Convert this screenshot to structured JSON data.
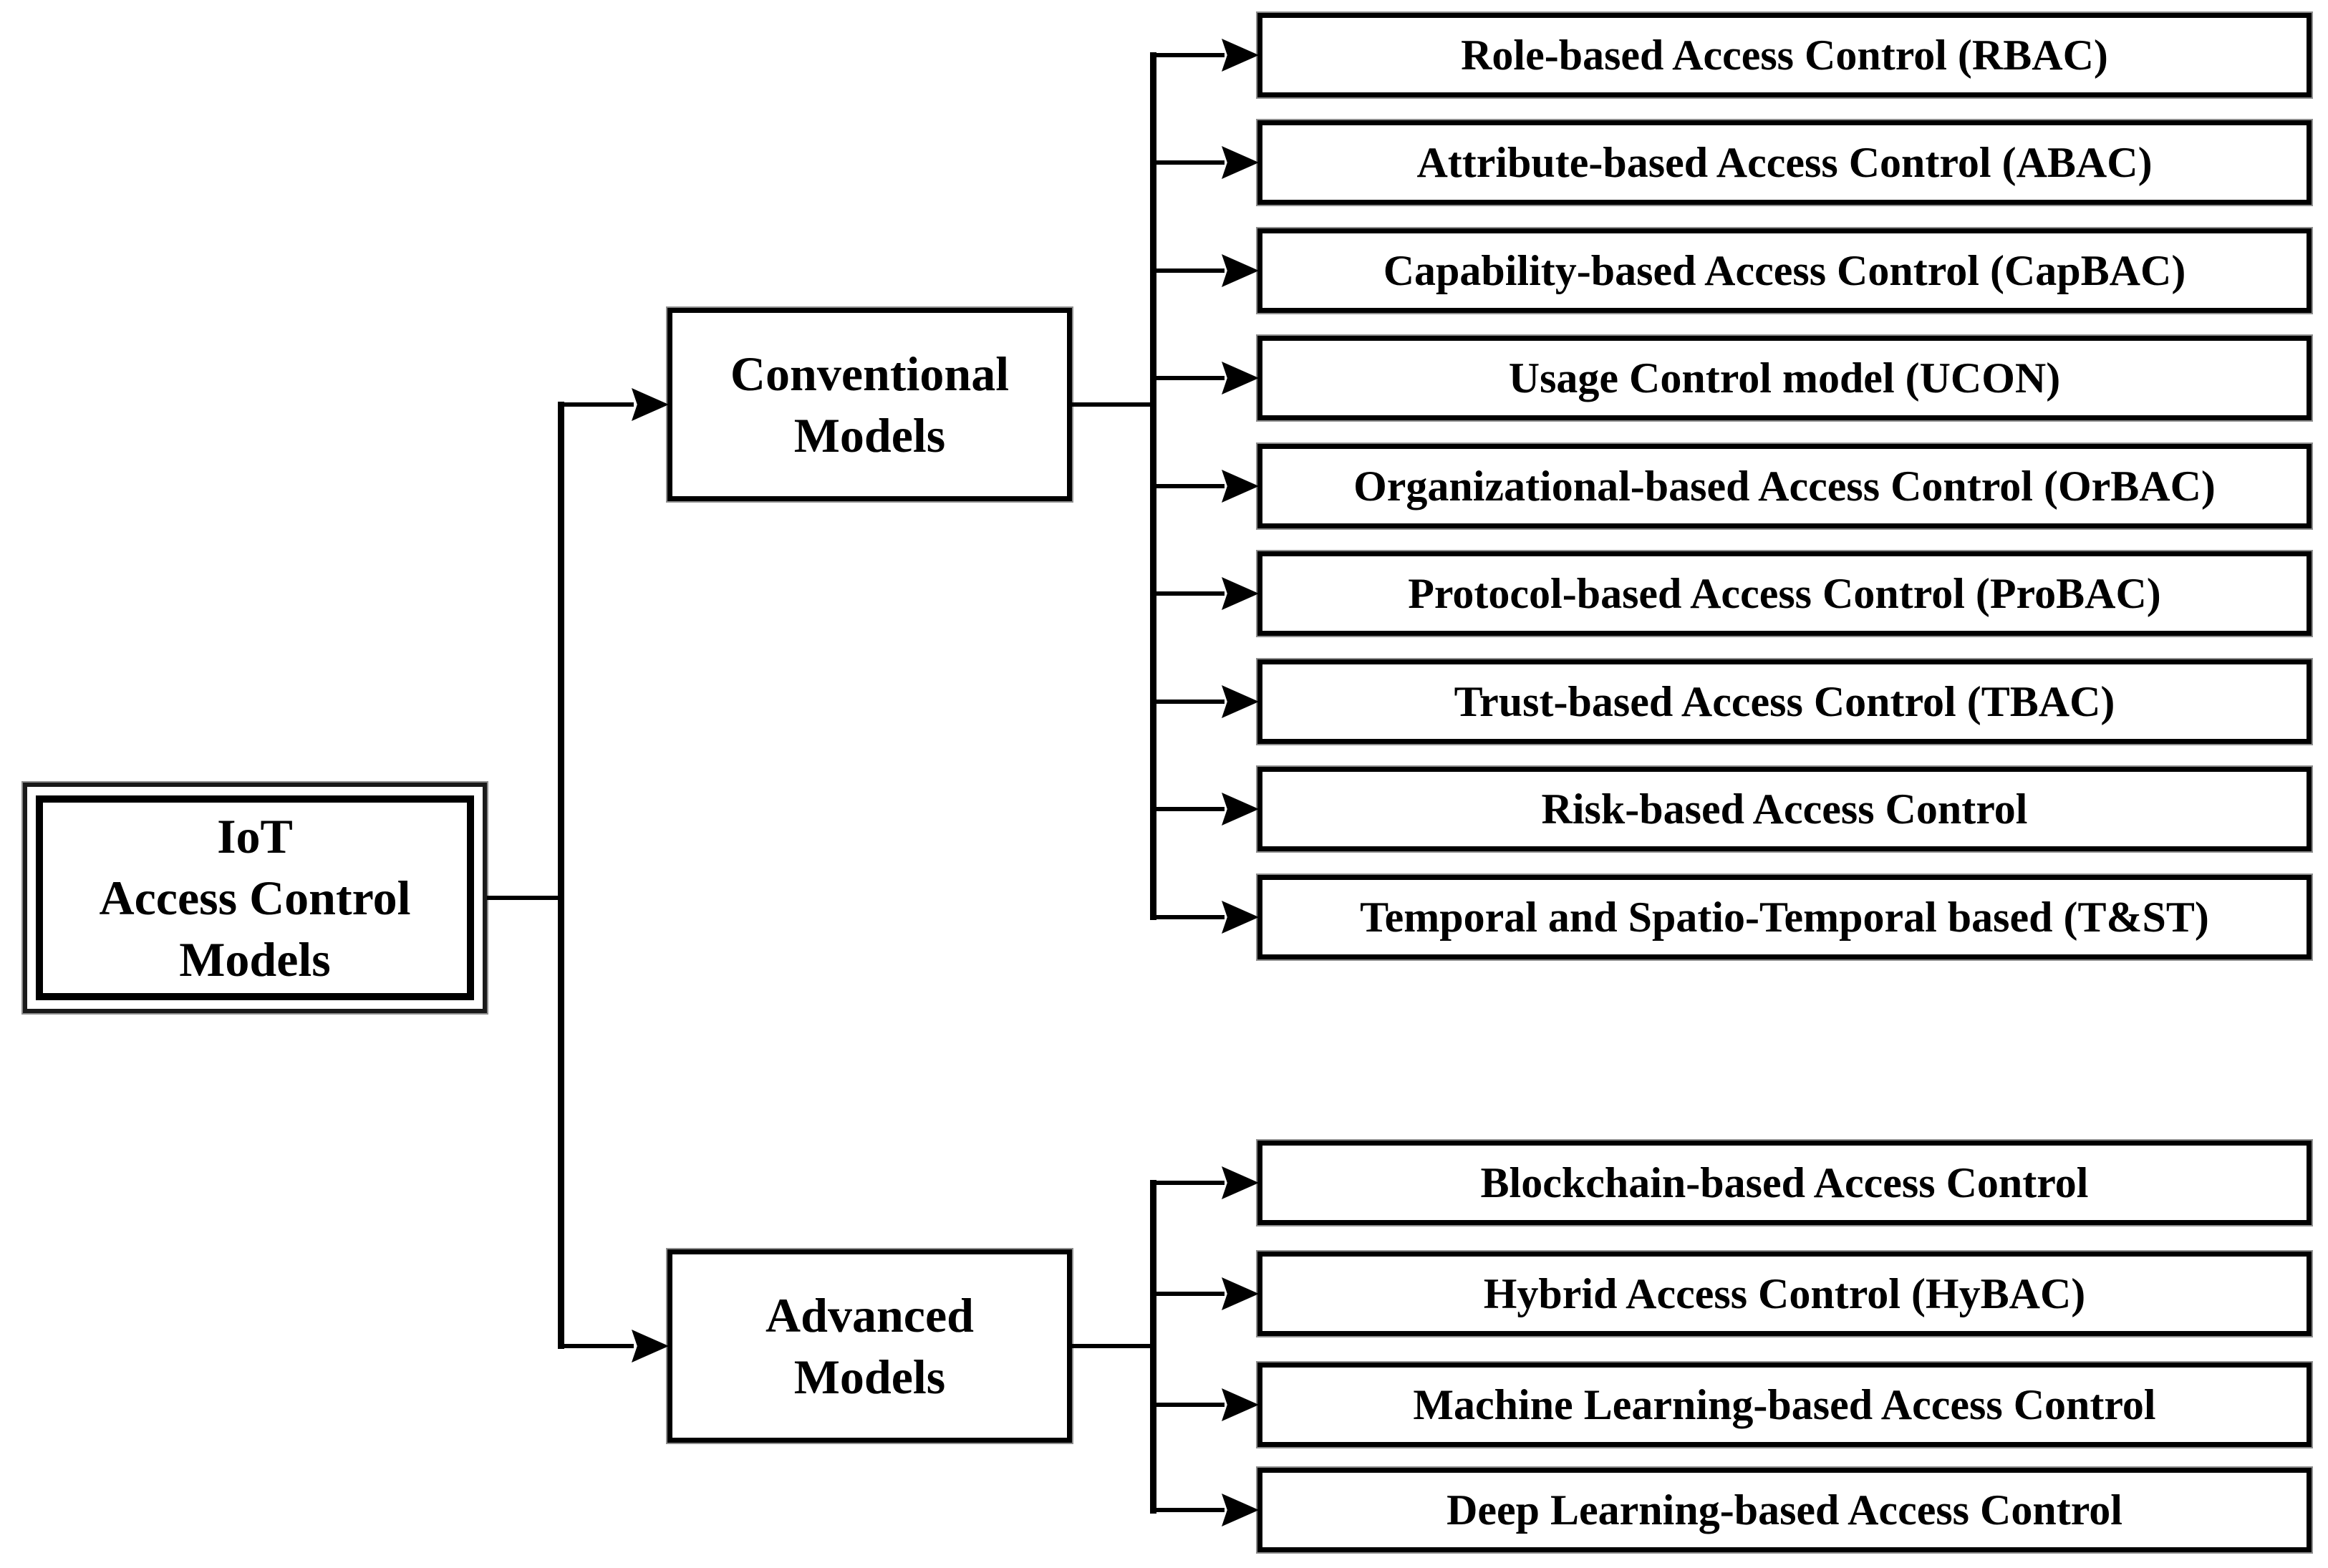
{
  "colors": {
    "background": "#ffffff",
    "line": "#000000",
    "box_border": "#000000",
    "box_halo": "#8e8e8e",
    "text": "#000000"
  },
  "diagram": {
    "title": "IoT Access Control Models taxonomy",
    "root": {
      "label": "IoT Access Control Models",
      "lines": [
        "IoT",
        "Access Control",
        "Models"
      ]
    },
    "branches": [
      {
        "name": "Conventional Models",
        "lines": [
          "Conventional",
          "Models"
        ],
        "children": [
          "Role-based Access Control (RBAC)",
          "Attribute-based Access Control (ABAC)",
          "Capability-based Access Control (CapBAC)",
          "Usage Control model (UCON)",
          "Organizational-based Access Control (OrBAC)",
          "Protocol-based Access Control (ProBAC)",
          "Trust-based Access Control (TBAC)",
          "Risk-based Access Control",
          "Temporal and Spatio-Temporal based (T&ST)"
        ]
      },
      {
        "name": "Advanced Models",
        "lines": [
          "Advanced",
          "Models"
        ],
        "children": [
          "Blockchain-based Access Control",
          "Hybrid Access Control (HyBAC)",
          "Machine Learning-based Access Control",
          "Deep Learning-based Access Control"
        ]
      }
    ]
  }
}
